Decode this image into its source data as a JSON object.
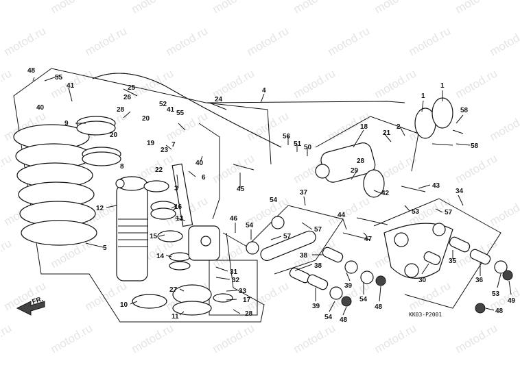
{
  "watermark_text": "motod.ru",
  "diagram_code": "KK03-P2001",
  "front_label": "FR.",
  "callouts": [
    {
      "id": "c48a",
      "text": "48"
    },
    {
      "id": "c55a",
      "text": "55"
    },
    {
      "id": "c41a",
      "text": "41"
    },
    {
      "id": "c40a",
      "text": "40"
    },
    {
      "id": "c9",
      "text": "9"
    },
    {
      "id": "c25",
      "text": "25"
    },
    {
      "id": "c26",
      "text": "26"
    },
    {
      "id": "c28a",
      "text": "28"
    },
    {
      "id": "c24",
      "text": "24"
    },
    {
      "id": "c4",
      "text": "4"
    },
    {
      "id": "c52",
      "text": "52"
    },
    {
      "id": "c41b",
      "text": "41"
    },
    {
      "id": "c55b",
      "text": "55"
    },
    {
      "id": "c20a",
      "text": "20"
    },
    {
      "id": "c20b",
      "text": "20"
    },
    {
      "id": "c7",
      "text": "7"
    },
    {
      "id": "c19",
      "text": "19"
    },
    {
      "id": "c23",
      "text": "23"
    },
    {
      "id": "c8",
      "text": "8"
    },
    {
      "id": "c22",
      "text": "22"
    },
    {
      "id": "c40b",
      "text": "40"
    },
    {
      "id": "c6",
      "text": "6"
    },
    {
      "id": "c3",
      "text": "3"
    },
    {
      "id": "c45",
      "text": "45"
    },
    {
      "id": "c12",
      "text": "12"
    },
    {
      "id": "c16",
      "text": "16"
    },
    {
      "id": "c13",
      "text": "13"
    },
    {
      "id": "c15",
      "text": "15"
    },
    {
      "id": "c14",
      "text": "14"
    },
    {
      "id": "c5",
      "text": "5"
    },
    {
      "id": "c46",
      "text": "46"
    },
    {
      "id": "c54a",
      "text": "54"
    },
    {
      "id": "c54b",
      "text": "54"
    },
    {
      "id": "c31",
      "text": "31"
    },
    {
      "id": "c32",
      "text": "32"
    },
    {
      "id": "c33",
      "text": "33"
    },
    {
      "id": "c17",
      "text": "17"
    },
    {
      "id": "c28b",
      "text": "28"
    },
    {
      "id": "c10",
      "text": "10"
    },
    {
      "id": "c27",
      "text": "27"
    },
    {
      "id": "c11",
      "text": "11"
    },
    {
      "id": "c56",
      "text": "56"
    },
    {
      "id": "c51",
      "text": "51"
    },
    {
      "id": "c50",
      "text": "50"
    },
    {
      "id": "c18",
      "text": "18"
    },
    {
      "id": "c21",
      "text": "21"
    },
    {
      "id": "c2",
      "text": "2"
    },
    {
      "id": "c28c",
      "text": "28"
    },
    {
      "id": "c29",
      "text": "29"
    },
    {
      "id": "c42",
      "text": "42"
    },
    {
      "id": "c1a",
      "text": "1"
    },
    {
      "id": "c1b",
      "text": "1"
    },
    {
      "id": "c58a",
      "text": "58"
    },
    {
      "id": "c58b",
      "text": "58"
    },
    {
      "id": "c43",
      "text": "43"
    },
    {
      "id": "c37",
      "text": "37"
    },
    {
      "id": "c57a",
      "text": "57"
    },
    {
      "id": "c57b",
      "text": "57"
    },
    {
      "id": "c53a",
      "text": "53"
    },
    {
      "id": "c57c",
      "text": "57"
    },
    {
      "id": "c34",
      "text": "34"
    },
    {
      "id": "c44",
      "text": "44"
    },
    {
      "id": "c47",
      "text": "47"
    },
    {
      "id": "c38a",
      "text": "38"
    },
    {
      "id": "c38b",
      "text": "38"
    },
    {
      "id": "c39a",
      "text": "39"
    },
    {
      "id": "c39b",
      "text": "39"
    },
    {
      "id": "c54c",
      "text": "54"
    },
    {
      "id": "c54d",
      "text": "54"
    },
    {
      "id": "c48b",
      "text": "48"
    },
    {
      "id": "c48c",
      "text": "48"
    },
    {
      "id": "c35",
      "text": "35"
    },
    {
      "id": "c30",
      "text": "30"
    },
    {
      "id": "c36",
      "text": "36"
    },
    {
      "id": "c53b",
      "text": "53"
    },
    {
      "id": "c49",
      "text": "49"
    },
    {
      "id": "c48d",
      "text": "48"
    }
  ]
}
